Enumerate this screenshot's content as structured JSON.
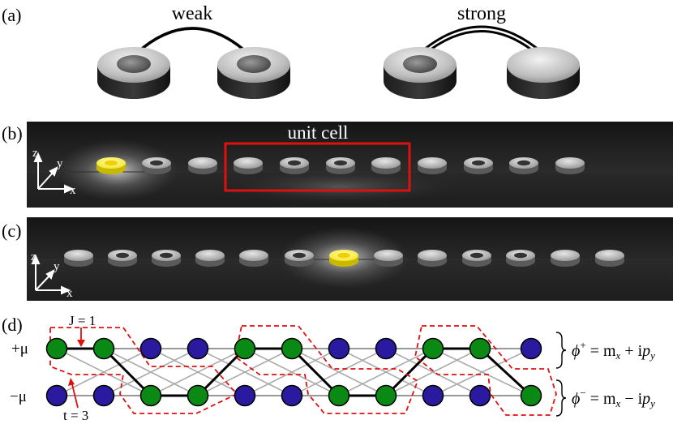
{
  "panel_labels": [
    "(a)",
    "(b)",
    "(c)",
    "(d)"
  ],
  "panel_a": {
    "weak_label": "weak",
    "strong_label": "strong"
  },
  "panel_b": {
    "unit_cell_label": "unit cell",
    "axes": [
      "z",
      "y",
      "x"
    ]
  },
  "panel_c": {
    "axes": [
      "z",
      "y",
      "x"
    ]
  },
  "panel_d": {
    "row_labels": [
      "+μ",
      "−μ"
    ],
    "J_label": "J = 1",
    "t_label": "t = 3",
    "eq_plus_lhs": "ϕ",
    "eq_plus_sup": "+",
    "eq_plus_rhs": " = m",
    "eq_plus_sub1": "x",
    "eq_plus_mid": " + i",
    "eq_plus_rest": "p",
    "eq_plus_sub2": "y",
    "eq_minus_lhs": "ϕ",
    "eq_minus_sup": "−",
    "eq_minus_rhs": " = m",
    "eq_minus_sub1": "x",
    "eq_minus_mid": " − i",
    "eq_minus_rest": "p",
    "eq_minus_sub2": "y",
    "top_row_colors": [
      "green",
      "green",
      "blue",
      "blue",
      "green",
      "green",
      "blue",
      "blue",
      "green",
      "green",
      "blue"
    ],
    "bottom_row_colors": [
      "blue",
      "blue",
      "green",
      "green",
      "blue",
      "blue",
      "green",
      "green",
      "blue",
      "blue",
      "green"
    ],
    "colors": {
      "green": "#0a8a14",
      "blue": "#2a1aa0",
      "red": "#e01010"
    }
  }
}
